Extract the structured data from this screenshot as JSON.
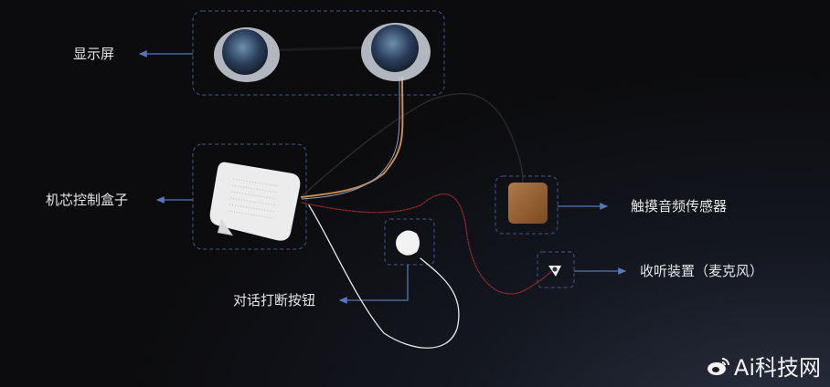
{
  "labels": {
    "display": "显示屏",
    "control_box": "机芯控制盒子",
    "touch_sensor": "触摸音频传感器",
    "microphone": "收听装置（麦克风）",
    "interrupt_button": "对话打断按钮"
  },
  "watermark": "Ai科技网",
  "colors": {
    "box_border": "#3a4a78",
    "arrow": "#5577bb",
    "background": "#0c0c0e"
  }
}
